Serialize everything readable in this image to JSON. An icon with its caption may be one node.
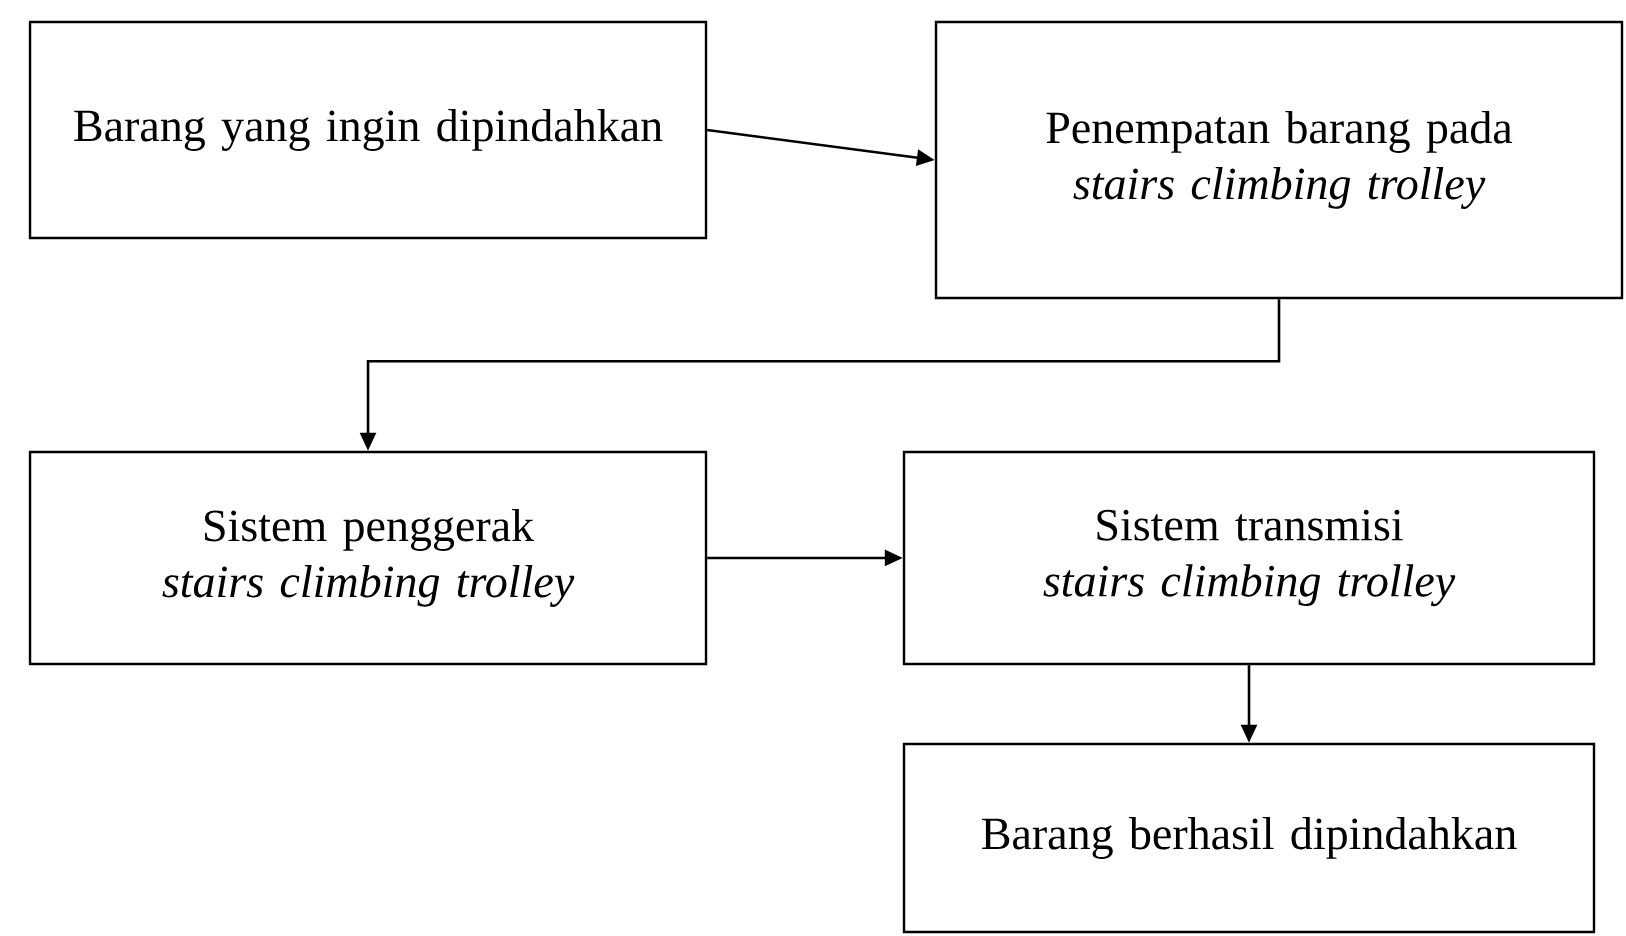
{
  "diagram": {
    "nodes": [
      {
        "text": [
          "Barang yang ingin dipindahkan"
        ]
      },
      {
        "text": [
          "Penempatan barang pada *stairs climbing trolley*"
        ]
      },
      {
        "text": [
          "Sistem penggerak *stairs climbing trolley*"
        ]
      },
      {
        "text": [
          "Sistem transmisi *stairs climbing trolley*"
        ]
      },
      {
        "text": [
          "Barang berhasil dipindahkan"
        ]
      }
    ],
    "edges": [
      {
        "from": 0,
        "to": 1,
        "arrow": "to"
      },
      {
        "from": 1,
        "to": 2,
        "arrow": "to"
      },
      {
        "from": 2,
        "to": 3,
        "arrow": "to"
      },
      {
        "from": 3,
        "to": 4,
        "arrow": "to"
      }
    ]
  }
}
